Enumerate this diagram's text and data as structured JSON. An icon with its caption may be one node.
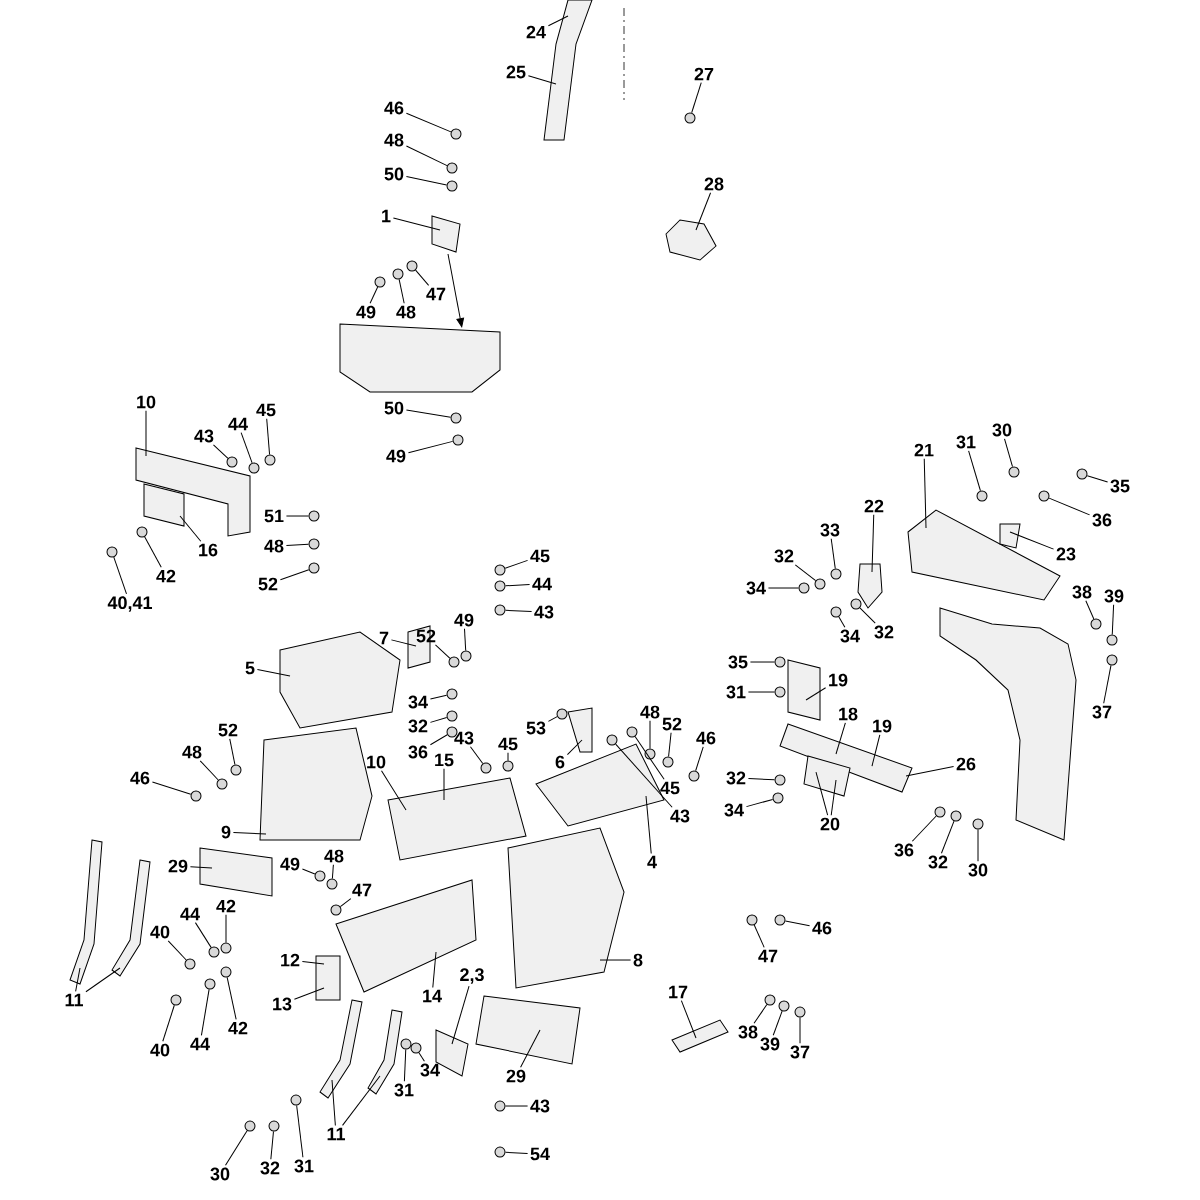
{
  "diagram": {
    "nodes": [
      {
        "text": [
          "24"
        ]
      },
      {
        "text": [
          "25"
        ]
      },
      {
        "text": [
          "27"
        ]
      },
      {
        "text": [
          "28"
        ]
      },
      {
        "text": [
          "46"
        ]
      },
      {
        "text": [
          "48"
        ]
      },
      {
        "text": [
          "50"
        ]
      },
      {
        "text": [
          "1"
        ]
      },
      {
        "text": [
          "47"
        ]
      },
      {
        "text": [
          "49"
        ]
      },
      {
        "text": [
          "48"
        ]
      },
      {
        "text": [
          "50"
        ]
      },
      {
        "text": [
          "49"
        ]
      },
      {
        "text": [
          "10"
        ]
      },
      {
        "text": [
          "43"
        ]
      },
      {
        "text": [
          "44"
        ]
      },
      {
        "text": [
          "45"
        ]
      },
      {
        "text": [
          "16"
        ]
      },
      {
        "text": [
          "51"
        ]
      },
      {
        "text": [
          "48"
        ]
      },
      {
        "text": [
          "52"
        ]
      },
      {
        "text": [
          "42"
        ]
      },
      {
        "text": [
          "40,41"
        ]
      },
      {
        "text": [
          "45"
        ]
      },
      {
        "text": [
          "44"
        ]
      },
      {
        "text": [
          "43"
        ]
      },
      {
        "text": [
          "21"
        ]
      },
      {
        "text": [
          "31"
        ]
      },
      {
        "text": [
          "30"
        ]
      },
      {
        "text": [
          "35"
        ]
      },
      {
        "text": [
          "36"
        ]
      },
      {
        "text": [
          "23"
        ]
      },
      {
        "text": [
          "22"
        ]
      },
      {
        "text": [
          "33"
        ]
      },
      {
        "text": [
          "32"
        ]
      },
      {
        "text": [
          "34"
        ]
      },
      {
        "text": [
          "34"
        ]
      },
      {
        "text": [
          "32"
        ]
      },
      {
        "text": [
          "38"
        ]
      },
      {
        "text": [
          "39"
        ]
      },
      {
        "text": [
          "37"
        ]
      },
      {
        "text": [
          "5"
        ]
      },
      {
        "text": [
          "7"
        ]
      },
      {
        "text": [
          "52"
        ]
      },
      {
        "text": [
          "49"
        ]
      },
      {
        "text": [
          "34"
        ]
      },
      {
        "text": [
          "32"
        ]
      },
      {
        "text": [
          "36"
        ]
      },
      {
        "text": [
          "10"
        ]
      },
      {
        "text": [
          "15"
        ]
      },
      {
        "text": [
          "43"
        ]
      },
      {
        "text": [
          "45"
        ]
      },
      {
        "text": [
          "53"
        ]
      },
      {
        "text": [
          "6"
        ]
      },
      {
        "text": [
          "48"
        ]
      },
      {
        "text": [
          "52"
        ]
      },
      {
        "text": [
          "46"
        ]
      },
      {
        "text": [
          "45"
        ]
      },
      {
        "text": [
          "43"
        ]
      },
      {
        "text": [
          "4"
        ]
      },
      {
        "text": [
          "35"
        ]
      },
      {
        "text": [
          "31"
        ]
      },
      {
        "text": [
          "32"
        ]
      },
      {
        "text": [
          "34"
        ]
      },
      {
        "text": [
          "19"
        ]
      },
      {
        "text": [
          "18"
        ]
      },
      {
        "text": [
          "19"
        ]
      },
      {
        "text": [
          "26"
        ]
      },
      {
        "text": [
          "20"
        ]
      },
      {
        "text": [
          "36"
        ]
      },
      {
        "text": [
          "32"
        ]
      },
      {
        "text": [
          "30"
        ]
      },
      {
        "text": [
          "52"
        ]
      },
      {
        "text": [
          "48"
        ]
      },
      {
        "text": [
          "46"
        ]
      },
      {
        "text": [
          "9"
        ]
      },
      {
        "text": [
          "29"
        ]
      },
      {
        "text": [
          "49"
        ]
      },
      {
        "text": [
          "48"
        ]
      },
      {
        "text": [
          "47"
        ]
      },
      {
        "text": [
          "12"
        ]
      },
      {
        "text": [
          "13"
        ]
      },
      {
        "text": [
          "40"
        ]
      },
      {
        "text": [
          "44"
        ]
      },
      {
        "text": [
          "42"
        ]
      },
      {
        "text": [
          "40"
        ]
      },
      {
        "text": [
          "44"
        ]
      },
      {
        "text": [
          "42"
        ]
      },
      {
        "text": [
          "11"
        ]
      },
      {
        "text": [
          "11"
        ]
      },
      {
        "text": [
          "30"
        ]
      },
      {
        "text": [
          "32"
        ]
      },
      {
        "text": [
          "31"
        ]
      },
      {
        "text": [
          "14"
        ]
      },
      {
        "text": [
          "2,3"
        ]
      },
      {
        "text": [
          "29"
        ]
      },
      {
        "text": [
          "31"
        ]
      },
      {
        "text": [
          "34"
        ]
      },
      {
        "text": [
          "8"
        ]
      },
      {
        "text": [
          "17"
        ]
      },
      {
        "text": [
          "47"
        ]
      },
      {
        "text": [
          "46"
        ]
      },
      {
        "text": [
          "38"
        ]
      },
      {
        "text": [
          "39"
        ]
      },
      {
        "text": [
          "37"
        ]
      },
      {
        "text": [
          "43"
        ]
      },
      {
        "text": [
          "54"
        ]
      },
      {
        "text": [],
        "shape": "box"
      },
      {
        "text": [],
        "shape": "box"
      },
      {
        "text": [],
        "shape": "box"
      },
      {
        "text": [],
        "shape": "box"
      },
      {
        "text": [],
        "shape": "box"
      },
      {
        "text": [],
        "shape": "box"
      },
      {
        "text": [],
        "shape": "box"
      },
      {
        "text": [],
        "shape": "box"
      },
      {
        "text": [],
        "shape": "box"
      },
      {
        "text": [],
        "shape": "box"
      },
      {
        "text": [],
        "shape": "box"
      },
      {
        "text": [],
        "shape": "box"
      },
      {
        "text": [],
        "shape": "box"
      },
      {
        "text": [],
        "shape": "box"
      },
      {
        "text": [],
        "shape": "box"
      },
      {
        "text": [],
        "shape": "box"
      },
      {
        "text": [],
        "shape": "box"
      },
      {
        "text": [],
        "shape": "box"
      },
      {
        "text": [],
        "shape": "box"
      },
      {
        "text": [],
        "shape": "box"
      },
      {
        "text": [],
        "shape": "box"
      },
      {
        "text": [],
        "shape": "box"
      },
      {
        "text": [],
        "shape": "box"
      },
      {
        "text": [],
        "shape": "box"
      },
      {
        "text": [],
        "shape": "box"
      },
      {
        "text": [],
        "shape": "box"
      },
      {
        "text": [],
        "shape": "box"
      },
      {
        "text": [],
        "shape": "box"
      },
      {
        "text": [],
        "shape": "box"
      },
      {
        "text": [],
        "shape": "box"
      },
      {
        "text": [],
        "shape": "circle"
      },
      {
        "text": [],
        "shape": "circle"
      },
      {
        "text": [],
        "shape": "circle"
      },
      {
        "text": [],
        "shape": "circle"
      },
      {
        "text": [],
        "shape": "circle"
      },
      {
        "text": [],
        "shape": "circle"
      },
      {
        "text": [],
        "shape": "circle"
      },
      {
        "text": [],
        "shape": "circle"
      },
      {
        "text": [],
        "shape": "circle"
      },
      {
        "text": [],
        "shape": "circle"
      },
      {
        "text": [],
        "shape": "circle"
      },
      {
        "text": [],
        "shape": "circle"
      },
      {
        "text": [],
        "shape": "circle"
      },
      {
        "text": [],
        "shape": "circle"
      },
      {
        "text": [],
        "shape": "circle"
      },
      {
        "text": [],
        "shape": "circle"
      },
      {
        "text": [],
        "shape": "circle"
      },
      {
        "text": [],
        "shape": "circle"
      },
      {
        "text": [],
        "shape": "circle"
      },
      {
        "text": [],
        "shape": "circle"
      },
      {
        "text": [],
        "shape": "circle"
      },
      {
        "text": [],
        "shape": "circle"
      },
      {
        "text": [],
        "shape": "circle"
      },
      {
        "text": [],
        "shape": "circle"
      },
      {
        "text": [],
        "shape": "circle"
      },
      {
        "text": [],
        "shape": "circle"
      },
      {
        "text": [],
        "shape": "circle"
      },
      {
        "text": [],
        "shape": "circle"
      },
      {
        "text": [],
        "shape": "circle"
      },
      {
        "text": [],
        "shape": "circle"
      },
      {
        "text": [],
        "shape": "circle"
      },
      {
        "text": [],
        "shape": "circle"
      },
      {
        "text": [],
        "shape": "circle"
      },
      {
        "text": [],
        "shape": "circle"
      },
      {
        "text": [],
        "shape": "circle"
      },
      {
        "text": [],
        "shape": "circle"
      },
      {
        "text": [],
        "shape": "circle"
      },
      {
        "text": [],
        "shape": "circle"
      },
      {
        "text": [],
        "shape": "circle"
      },
      {
        "text": [],
        "shape": "circle"
      },
      {
        "text": [],
        "shape": "circle"
      },
      {
        "text": [],
        "shape": "circle"
      },
      {
        "text": [],
        "shape": "circle"
      },
      {
        "text": [],
        "shape": "circle"
      },
      {
        "text": [],
        "shape": "circle"
      },
      {
        "text": [],
        "shape": "circle"
      },
      {
        "text": [],
        "shape": "circle"
      },
      {
        "text": [],
        "shape": "circle"
      },
      {
        "text": [],
        "shape": "circle"
      },
      {
        "text": [],
        "shape": "circle"
      },
      {
        "text": [],
        "shape": "circle"
      },
      {
        "text": [],
        "shape": "circle"
      },
      {
        "text": [],
        "shape": "circle"
      },
      {
        "text": [],
        "shape": "circle"
      },
      {
        "text": [],
        "shape": "circle"
      },
      {
        "text": [],
        "shape": "circle"
      },
      {
        "text": [],
        "shape": "circle"
      },
      {
        "text": [],
        "shape": "circle"
      },
      {
        "text": [],
        "shape": "circle"
      },
      {
        "text": [],
        "shape": "circle"
      },
      {
        "text": [],
        "shape": "circle"
      },
      {
        "text": [],
        "shape": "circle"
      },
      {
        "text": [],
        "shape": "circle"
      },
      {
        "text": [],
        "shape": "circle"
      },
      {
        "text": [],
        "shape": "circle"
      },
      {
        "text": [],
        "shape": "circle"
      },
      {
        "text": [],
        "shape": "circle"
      },
      {
        "text": [],
        "shape": "circle"
      },
      {
        "text": [],
        "shape": "circle"
      },
      {
        "text": [],
        "shape": "circle"
      },
      {
        "text": [],
        "shape": "circle"
      },
      {
        "text": [],
        "shape": "circle"
      },
      {
        "text": [],
        "shape": "circle"
      },
      {
        "text": [],
        "shape": "circle"
      },
      {
        "text": [],
        "shape": "circle"
      },
      {
        "text": [],
        "shape": "circle"
      }
    ],
    "edges": [
      {
        "from": 0,
        "to": 132,
        "arrow": "none"
      },
      {
        "from": 1,
        "to": 132,
        "arrow": "none"
      },
      {
        "from": 2,
        "to": 137,
        "arrow": "none"
      },
      {
        "from": 3,
        "to": 107,
        "arrow": "none"
      },
      {
        "from": 4,
        "to": 138,
        "arrow": "none"
      },
      {
        "from": 5,
        "to": 139,
        "arrow": "none"
      },
      {
        "from": 6,
        "to": 140,
        "arrow": "none"
      },
      {
        "from": 7,
        "to": 109,
        "arrow": "none"
      },
      {
        "from": 8,
        "to": 141,
        "arrow": "none"
      },
      {
        "from": 9,
        "to": 142,
        "arrow": "none"
      },
      {
        "from": 10,
        "to": 143,
        "arrow": "none"
      },
      {
        "from": 11,
        "to": 144,
        "arrow": "none"
      },
      {
        "from": 12,
        "to": 145,
        "arrow": "none"
      },
      {
        "from": 13,
        "to": 110,
        "arrow": "none"
      },
      {
        "from": 14,
        "to": 146,
        "arrow": "none"
      },
      {
        "from": 15,
        "to": 147,
        "arrow": "none"
      },
      {
        "from": 16,
        "to": 148,
        "arrow": "none"
      },
      {
        "from": 17,
        "to": 111,
        "arrow": "none"
      },
      {
        "from": 18,
        "to": 149,
        "arrow": "none"
      },
      {
        "from": 19,
        "to": 150,
        "arrow": "none"
      },
      {
        "from": 20,
        "to": 151,
        "arrow": "none"
      },
      {
        "from": 21,
        "to": 152,
        "arrow": "none"
      },
      {
        "from": 22,
        "to": 153,
        "arrow": "none"
      },
      {
        "from": 23,
        "to": 154,
        "arrow": "none"
      },
      {
        "from": 24,
        "to": 155,
        "arrow": "none"
      },
      {
        "from": 25,
        "to": 156,
        "arrow": "none"
      },
      {
        "from": 26,
        "to": 125,
        "arrow": "none"
      },
      {
        "from": 27,
        "to": 157,
        "arrow": "none"
      },
      {
        "from": 28,
        "to": 158,
        "arrow": "none"
      },
      {
        "from": 29,
        "to": 159,
        "arrow": "none"
      },
      {
        "from": 30,
        "to": 160,
        "arrow": "none"
      },
      {
        "from": 31,
        "to": 128,
        "arrow": "none"
      },
      {
        "from": 32,
        "to": 127,
        "arrow": "none"
      },
      {
        "from": 33,
        "to": 161,
        "arrow": "none"
      },
      {
        "from": 34,
        "to": 162,
        "arrow": "none"
      },
      {
        "from": 35,
        "to": 163,
        "arrow": "none"
      },
      {
        "from": 36,
        "to": 164,
        "arrow": "none"
      },
      {
        "from": 37,
        "to": 165,
        "arrow": "none"
      },
      {
        "from": 38,
        "to": 166,
        "arrow": "none"
      },
      {
        "from": 39,
        "to": 167,
        "arrow": "none"
      },
      {
        "from": 40,
        "to": 168,
        "arrow": "none"
      },
      {
        "from": 41,
        "to": 112,
        "arrow": "none"
      },
      {
        "from": 42,
        "to": 113,
        "arrow": "none"
      },
      {
        "from": 43,
        "to": 169,
        "arrow": "none"
      },
      {
        "from": 44,
        "to": 170,
        "arrow": "none"
      },
      {
        "from": 45,
        "to": 171,
        "arrow": "none"
      },
      {
        "from": 46,
        "to": 172,
        "arrow": "none"
      },
      {
        "from": 47,
        "to": 173,
        "arrow": "none"
      },
      {
        "from": 48,
        "to": 116,
        "arrow": "none"
      },
      {
        "from": 49,
        "to": 116,
        "arrow": "none"
      },
      {
        "from": 50,
        "to": 174,
        "arrow": "none"
      },
      {
        "from": 51,
        "to": 175,
        "arrow": "none"
      },
      {
        "from": 52,
        "to": 176,
        "arrow": "none"
      },
      {
        "from": 53,
        "to": 118,
        "arrow": "none"
      },
      {
        "from": 54,
        "to": 177,
        "arrow": "none"
      },
      {
        "from": 55,
        "to": 178,
        "arrow": "none"
      },
      {
        "from": 56,
        "to": 179,
        "arrow": "none"
      },
      {
        "from": 57,
        "to": 180,
        "arrow": "none"
      },
      {
        "from": 58,
        "to": 181,
        "arrow": "none"
      },
      {
        "from": 59,
        "to": 117,
        "arrow": "none"
      },
      {
        "from": 60,
        "to": 182,
        "arrow": "none"
      },
      {
        "from": 61,
        "to": 183,
        "arrow": "none"
      },
      {
        "from": 62,
        "to": 184,
        "arrow": "none"
      },
      {
        "from": 63,
        "to": 185,
        "arrow": "none"
      },
      {
        "from": 64,
        "to": 129,
        "arrow": "none"
      },
      {
        "from": 65,
        "to": 130,
        "arrow": "none"
      },
      {
        "from": 66,
        "to": 130,
        "arrow": "none"
      },
      {
        "from": 67,
        "to": 130,
        "arrow": "none"
      },
      {
        "from": 68,
        "to": 131,
        "arrow": "none"
      },
      {
        "from": 68,
        "to": 131,
        "arrow": "none"
      },
      {
        "from": 69,
        "to": 186,
        "arrow": "none"
      },
      {
        "from": 70,
        "to": 187,
        "arrow": "none"
      },
      {
        "from": 71,
        "to": 188,
        "arrow": "none"
      },
      {
        "from": 72,
        "to": 189,
        "arrow": "none"
      },
      {
        "from": 73,
        "to": 190,
        "arrow": "none"
      },
      {
        "from": 74,
        "to": 191,
        "arrow": "none"
      },
      {
        "from": 75,
        "to": 114,
        "arrow": "none"
      },
      {
        "from": 76,
        "to": 115,
        "arrow": "none"
      },
      {
        "from": 77,
        "to": 192,
        "arrow": "none"
      },
      {
        "from": 78,
        "to": 193,
        "arrow": "none"
      },
      {
        "from": 79,
        "to": 194,
        "arrow": "none"
      },
      {
        "from": 80,
        "to": 122,
        "arrow": "none"
      },
      {
        "from": 81,
        "to": 122,
        "arrow": "none"
      },
      {
        "from": 82,
        "to": 195,
        "arrow": "none"
      },
      {
        "from": 83,
        "to": 196,
        "arrow": "none"
      },
      {
        "from": 84,
        "to": 197,
        "arrow": "none"
      },
      {
        "from": 85,
        "to": 198,
        "arrow": "none"
      },
      {
        "from": 86,
        "to": 199,
        "arrow": "none"
      },
      {
        "from": 87,
        "to": 200,
        "arrow": "none"
      },
      {
        "from": 88,
        "to": 133,
        "arrow": "none"
      },
      {
        "from": 88,
        "to": 134,
        "arrow": "none"
      },
      {
        "from": 89,
        "to": 135,
        "arrow": "none"
      },
      {
        "from": 89,
        "to": 136,
        "arrow": "none"
      },
      {
        "from": 90,
        "to": 201,
        "arrow": "none"
      },
      {
        "from": 91,
        "to": 202,
        "arrow": "none"
      },
      {
        "from": 92,
        "to": 203,
        "arrow": "none"
      },
      {
        "from": 93,
        "to": 121,
        "arrow": "none"
      },
      {
        "from": 94,
        "to": 123,
        "arrow": "none"
      },
      {
        "from": 95,
        "to": 120,
        "arrow": "none"
      },
      {
        "from": 96,
        "to": 204,
        "arrow": "none"
      },
      {
        "from": 97,
        "to": 205,
        "arrow": "none"
      },
      {
        "from": 98,
        "to": 119,
        "arrow": "none"
      },
      {
        "from": 99,
        "to": 124,
        "arrow": "none"
      },
      {
        "from": 100,
        "to": 206,
        "arrow": "none"
      },
      {
        "from": 101,
        "to": 207,
        "arrow": "none"
      },
      {
        "from": 102,
        "to": 208,
        "arrow": "none"
      },
      {
        "from": 103,
        "to": 209,
        "arrow": "none"
      },
      {
        "from": 104,
        "to": 210,
        "arrow": "none"
      },
      {
        "from": 105,
        "to": 211,
        "arrow": "none"
      },
      {
        "from": 106,
        "to": 212,
        "arrow": "none"
      },
      {
        "from": 109,
        "to": 108,
        "arrow": "to"
      }
    ]
  }
}
